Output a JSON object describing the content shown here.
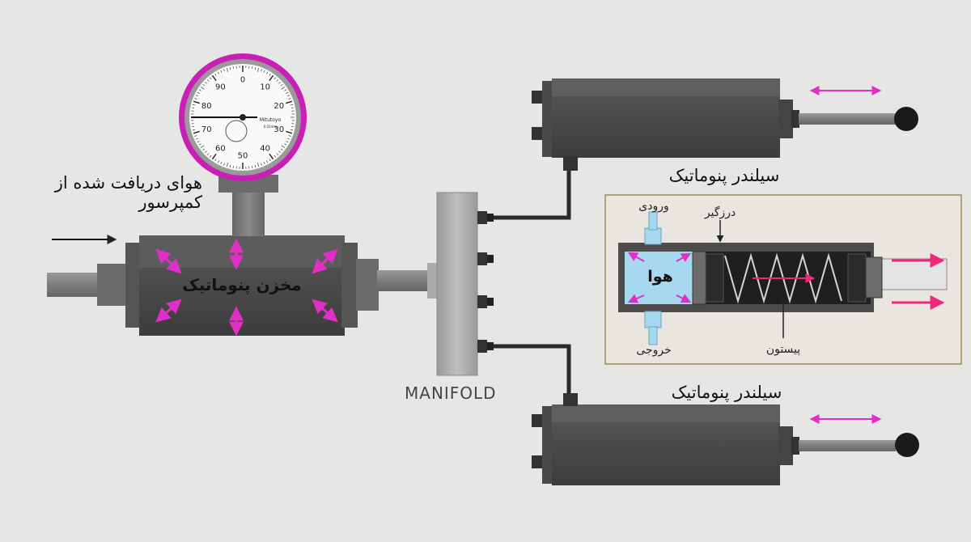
{
  "labels": {
    "compressor_air": "هوای دریافت شده از کمپرسور",
    "tank": "مخزن پنوماتیک",
    "manifold": "MANIFOLD",
    "cylinder_top": "سیلندر پنوماتیک",
    "cylinder_bottom": "سیلندر پنوماتیک",
    "inlet": "ورودی",
    "seal": "درزگیر",
    "air": "هوا",
    "outlet": "خروجی",
    "piston": "پیستون"
  },
  "gauge": {
    "ticks": [
      "0",
      "10",
      "20",
      "30",
      "40",
      "50",
      "60",
      "70",
      "80",
      "90"
    ],
    "brand": "Mitutoyo",
    "model": "0.01mm"
  },
  "colors": {
    "background": "#e6e6e4",
    "body_dark": "#4d4d4d",
    "body_light": "#8a8a8a",
    "gauge_ring": "#c81fb4",
    "arrow_magenta": "#e02ec6",
    "arrow_pink": "#f0287a",
    "air_chamber": "#a6d9ef",
    "inset_border": "#9a8a55"
  },
  "icons": [
    "gauge-icon",
    "arrow-right-icon",
    "double-arrow-icon",
    "spring-icon"
  ]
}
